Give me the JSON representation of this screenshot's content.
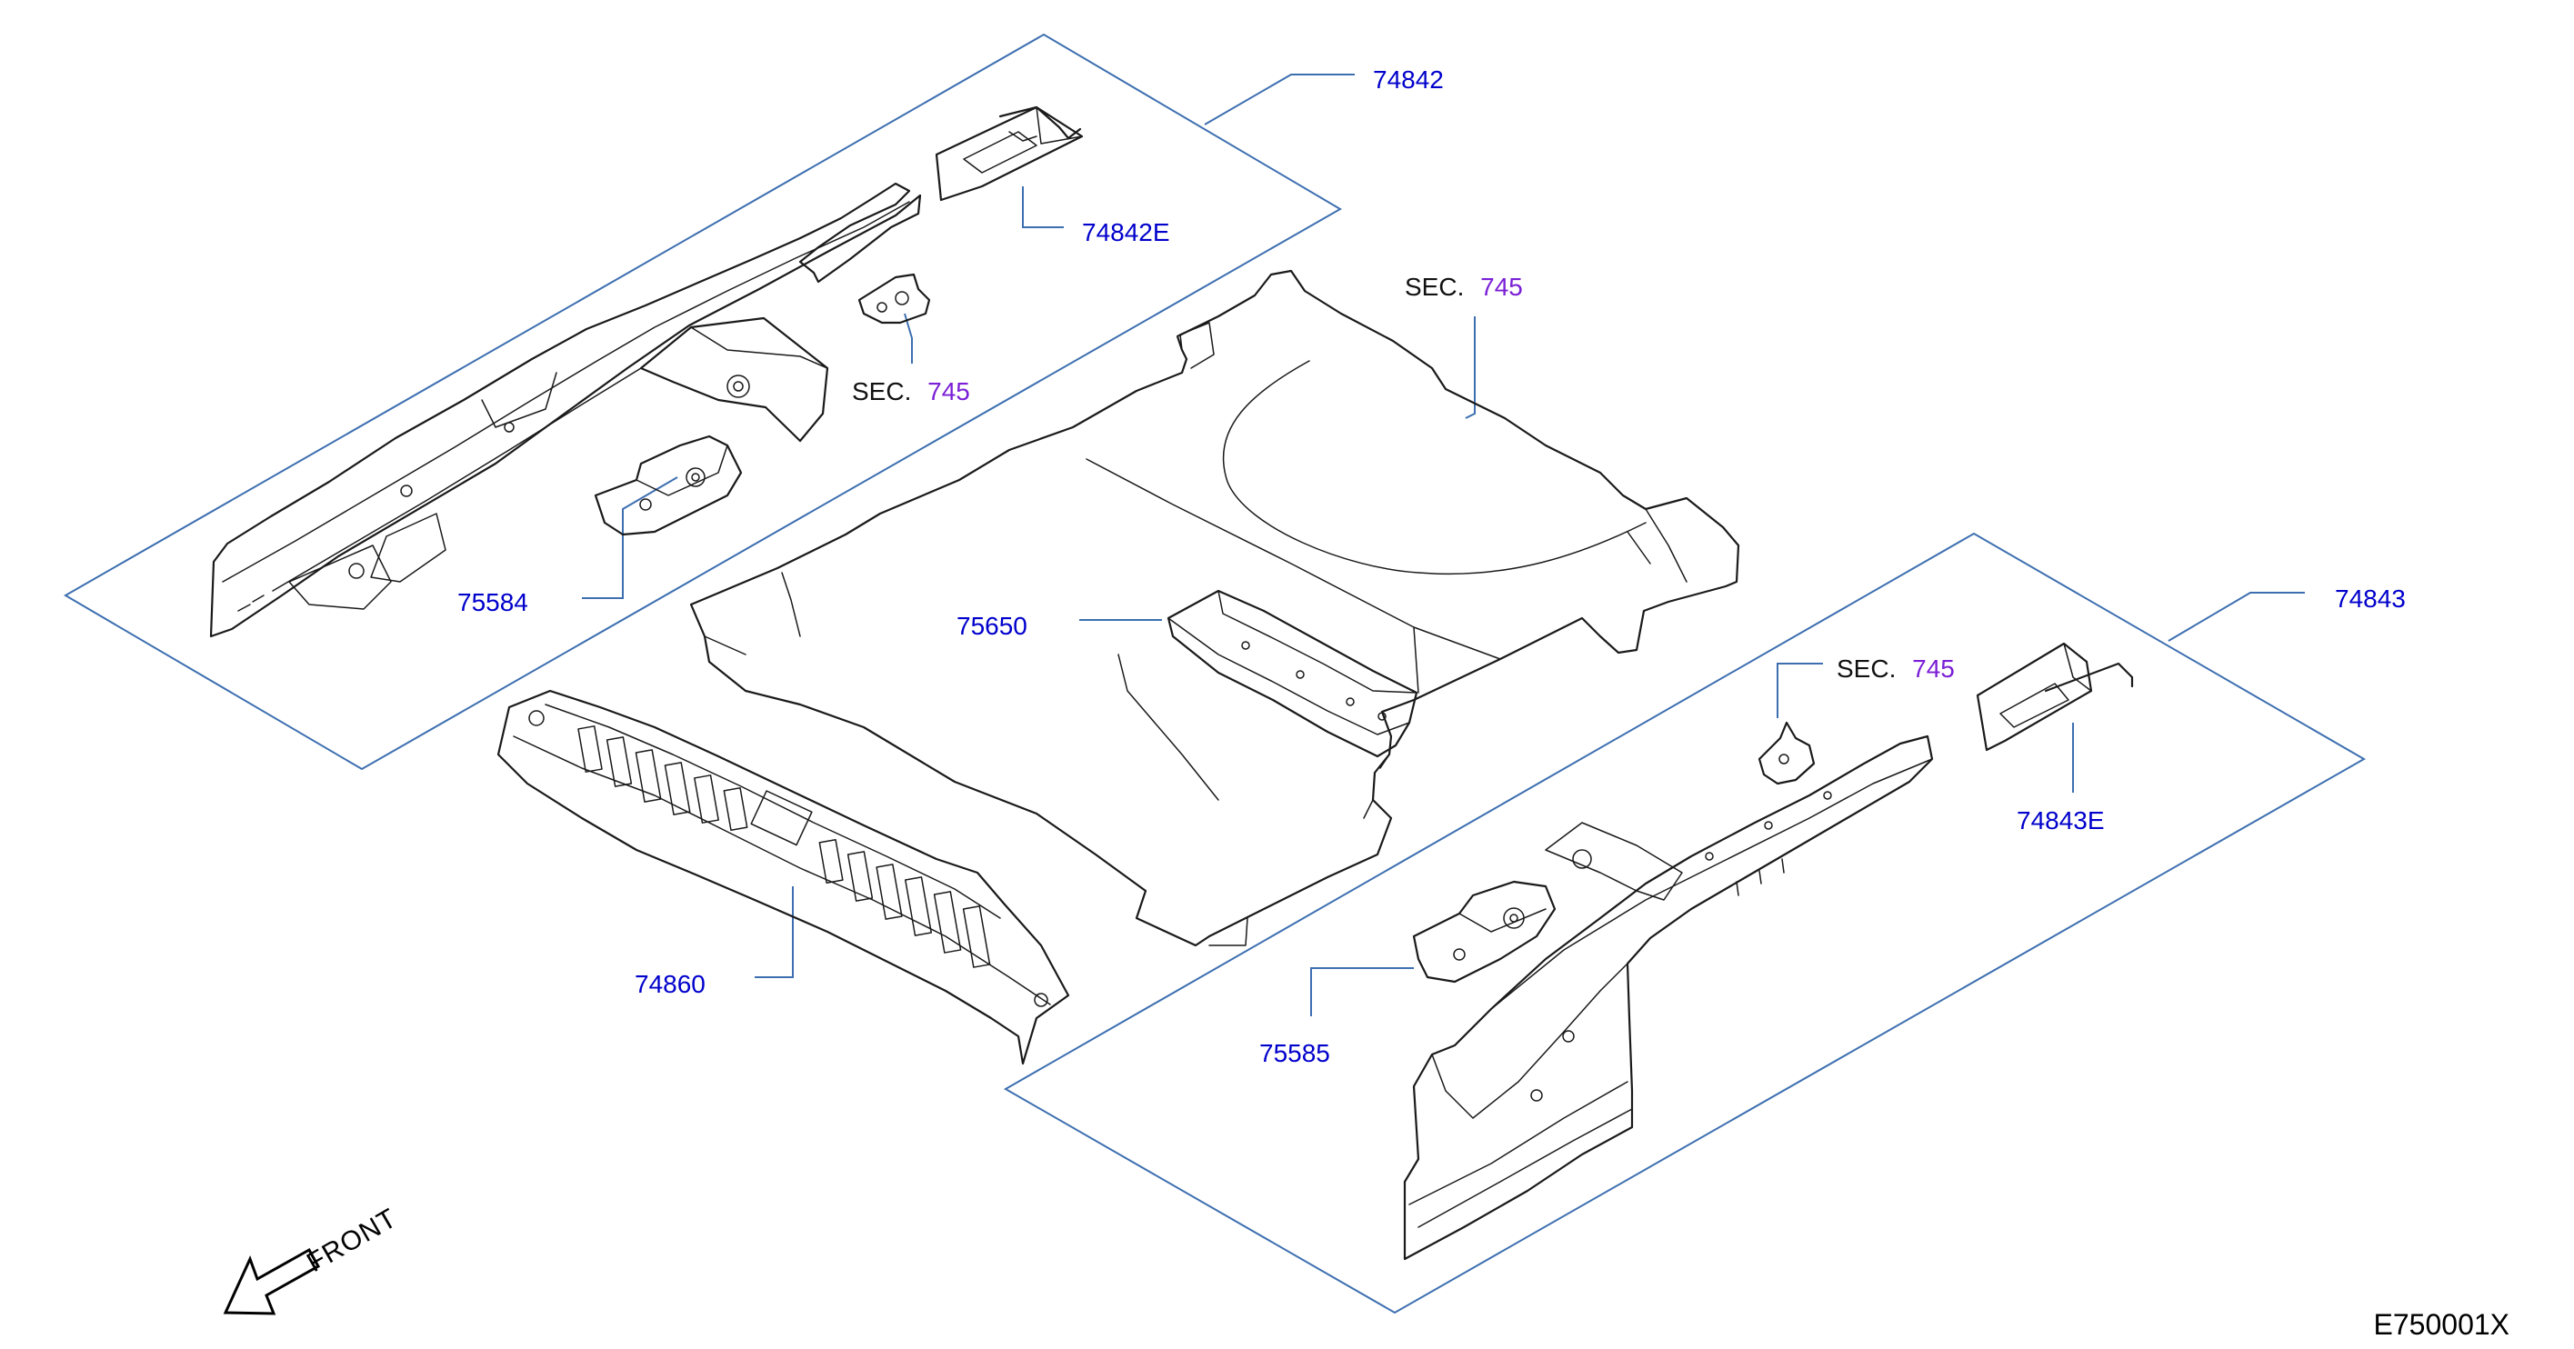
{
  "parts": {
    "p74842": "74842",
    "p74842e": "74842E",
    "p75584": "75584",
    "p75650": "75650",
    "p74860": "74860",
    "p74843": "74843",
    "p74843e": "74843E",
    "p75585": "75585"
  },
  "section_refs": [
    {
      "prefix": "SEC.",
      "number": "745"
    },
    {
      "prefix": "SEC.",
      "number": "745"
    },
    {
      "prefix": "SEC.",
      "number": "745"
    }
  ],
  "front_label": "FRONT",
  "diagram_code": "E750001X",
  "colors": {
    "part_number": "#0000cc",
    "section_number": "#7a1fd6",
    "frame": "#3d6fb0"
  }
}
